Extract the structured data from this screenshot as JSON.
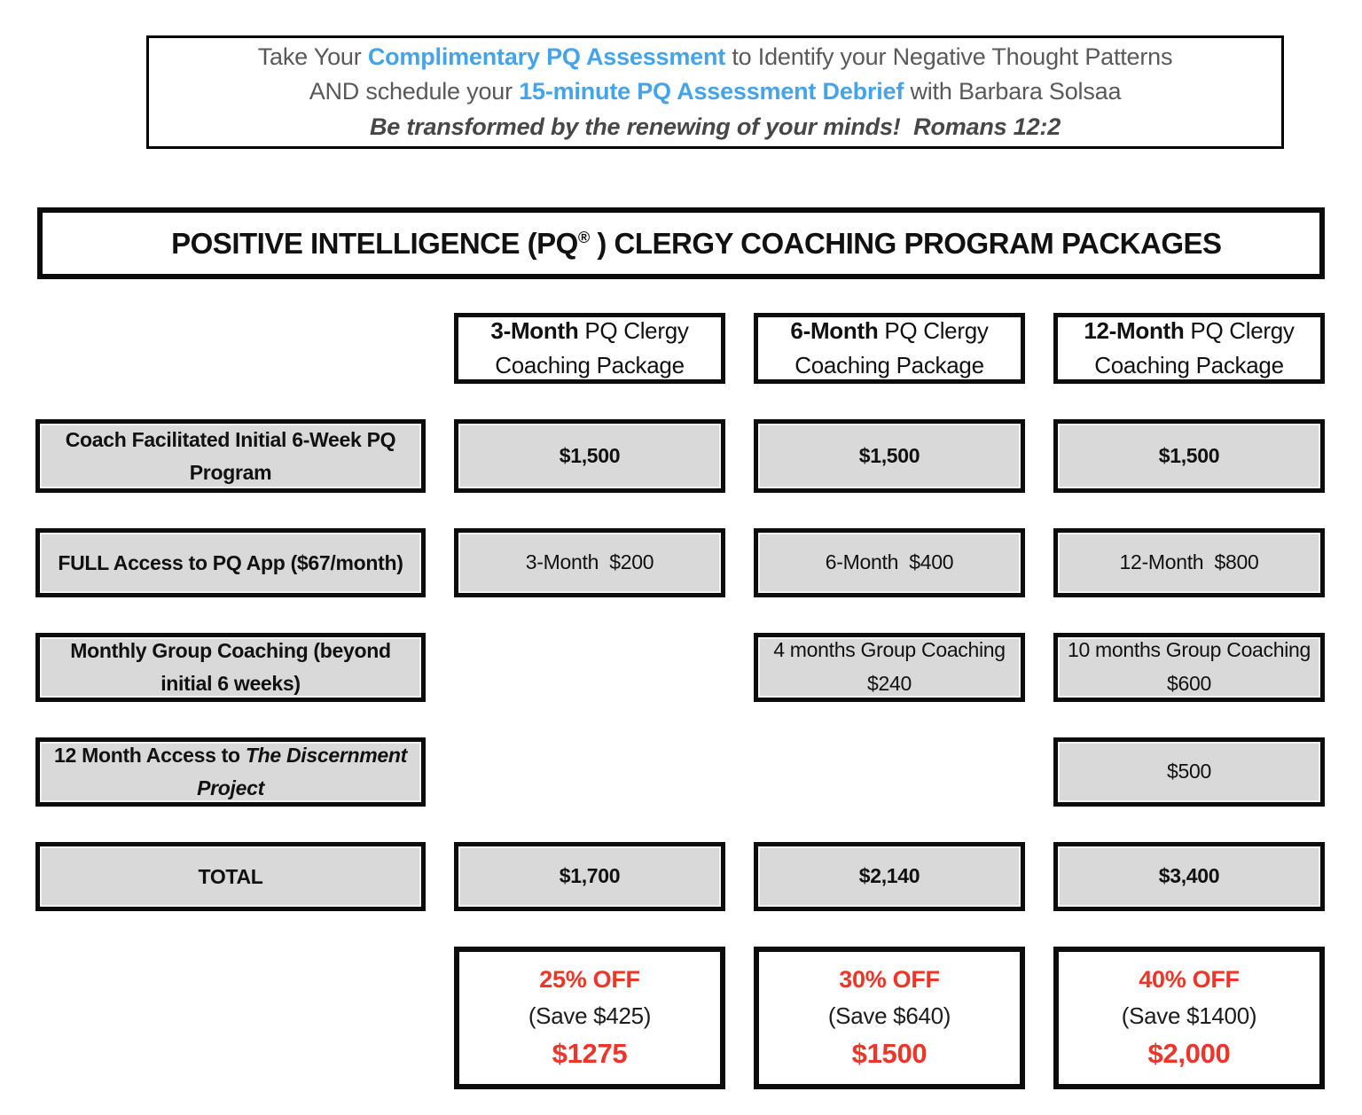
{
  "colors": {
    "accent_blue": "#45A4E9",
    "alert_red": "#EE3529",
    "cell_gray": "#D9D9D9",
    "border_black": "#000000",
    "body_text_gray": "#595959"
  },
  "banner": {
    "line1_pre": "Take Your ",
    "line1_link": "Complimentary PQ Assessment",
    "line1_post": " to Identify your Negative Thought Patterns",
    "line2_pre": "AND schedule your ",
    "line2_link": "15-minute PQ Assessment Debrief",
    "line2_post": " with Barbara Solsaa",
    "line3": "Be transformed by the renewing of your minds!  Romans 12:2"
  },
  "title": {
    "pre": "POSITIVE INTELLIGENCE (PQ",
    "sup": "®",
    "post": " ) CLERGY COACHING PROGRAM PACKAGES"
  },
  "table": {
    "column_headers": [
      {
        "period": "3-Month",
        "rest": " PQ Clergy Coaching Package"
      },
      {
        "period": "6-Month",
        "rest": " PQ Clergy Coaching Package"
      },
      {
        "period": "12-Month",
        "rest": " PQ Clergy Coaching Package"
      }
    ],
    "rows": [
      {
        "label": "Coach Facilitated Initial 6-Week PQ Program",
        "cells": [
          "$1,500",
          "$1,500",
          "$1,500"
        ]
      },
      {
        "label": "FULL Access to PQ App ($67/month)",
        "cells": [
          "3-Month  $200",
          "6-Month  $400",
          "12-Month  $800"
        ]
      },
      {
        "label": "Monthly Group Coaching (beyond initial 6 weeks)",
        "cells": [
          null,
          "4 months Group Coaching  $240",
          "10 months Group Coaching  $600"
        ]
      },
      {
        "label_pre": "12 Month Access to ",
        "label_italic": "The Discernment Project",
        "cells": [
          null,
          null,
          "$500"
        ]
      },
      {
        "label": "TOTAL",
        "cells": [
          "$1,700",
          "$2,140",
          "$3,400"
        ]
      }
    ],
    "discounts": [
      {
        "percent": "25% OFF",
        "save": "(Save $425)",
        "price": "$1275"
      },
      {
        "percent": "30% OFF",
        "save": "(Save $640)",
        "price": "$1500"
      },
      {
        "percent": "40% OFF",
        "save": "(Save $1400)",
        "price": "$2,000"
      }
    ]
  }
}
